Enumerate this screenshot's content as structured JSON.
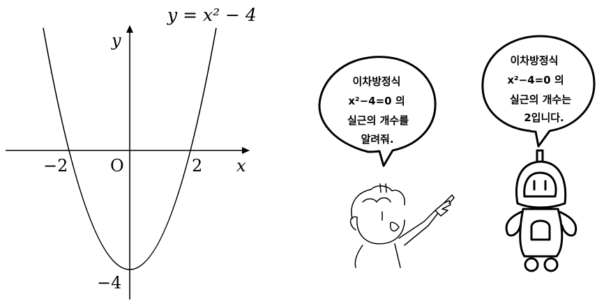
{
  "graph": {
    "equation": "y = x² − 4",
    "y_axis_label": "y",
    "x_axis_label": "x",
    "origin_label": "O",
    "label_neg2": "−2",
    "label_pos2": "2",
    "label_neg4": "−4"
  },
  "bubbles": {
    "left_lines": [
      "이차방정식",
      "x²−4=0 의",
      "실근의 개수를",
      "알려줘."
    ],
    "right_lines": [
      "이차방정식",
      "x²−4=0 의",
      "실근의 개수는",
      "2입니다."
    ]
  },
  "characters": {
    "left": "person-pointing",
    "right": "robot"
  }
}
